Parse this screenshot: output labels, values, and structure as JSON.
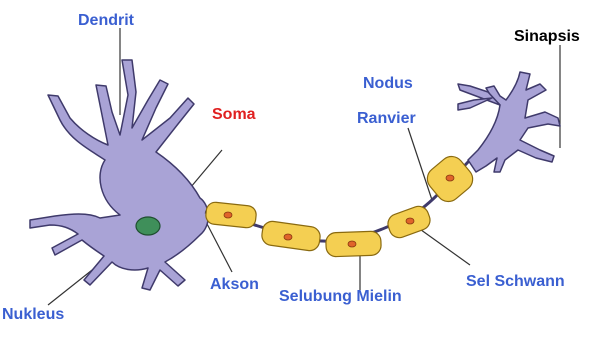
{
  "labels": {
    "dendrit": "Dendrit",
    "sinapsis": "Sinapsis",
    "soma": "Soma",
    "nodus": "Nodus",
    "ranvier": "Ranvier",
    "akson": "Akson",
    "sel_schwann": "Sel Schwann",
    "selubung_mielin": "Selubung Mielin",
    "nukleus": "Nukleus"
  },
  "colors": {
    "cell_body": "#a9a3d6",
    "cell_outline": "#3f3a6b",
    "nucleus": "#3f8f5a",
    "myelin": "#f4cf52",
    "myelin_outline": "#8a6a10",
    "myelin_core": "#e0642a",
    "label_blue": "#3a5fd1",
    "label_red": "#e02020"
  }
}
